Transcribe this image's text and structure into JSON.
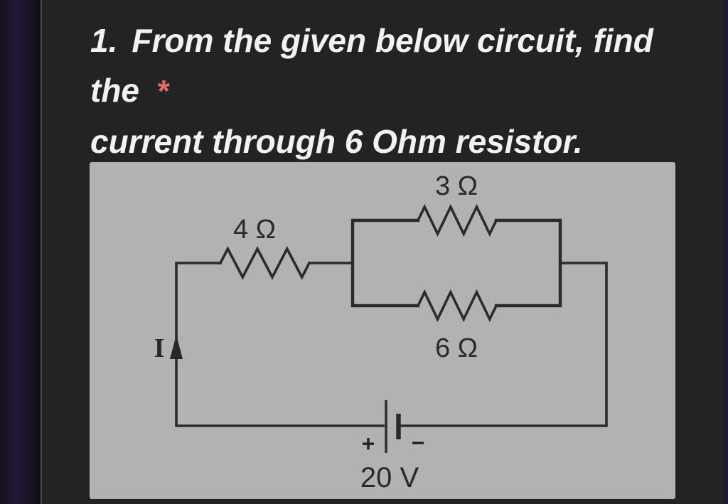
{
  "page": {
    "background_color": "#232323",
    "left_gutter_color": "#241735",
    "right_edge_color": "#1c1933"
  },
  "question": {
    "number": "1.",
    "text_line1": "From the given below circuit, find the",
    "required_marker": "*",
    "required_marker_color": "#e06a6a",
    "text_line2": "current through 6 Ohm resistor."
  },
  "circuit_figure": {
    "panel_color": "#b2b2b2",
    "wire_color": "#2b2b2b",
    "label_color": "#2a2a2e",
    "labels": {
      "series_resistor": "4 Ω",
      "parallel_top_resistor": "3 Ω",
      "parallel_bottom_resistor": "6 Ω",
      "current_arrow": "I",
      "battery_positive": "+",
      "battery_negative": "−",
      "battery_voltage": "20 V"
    }
  }
}
